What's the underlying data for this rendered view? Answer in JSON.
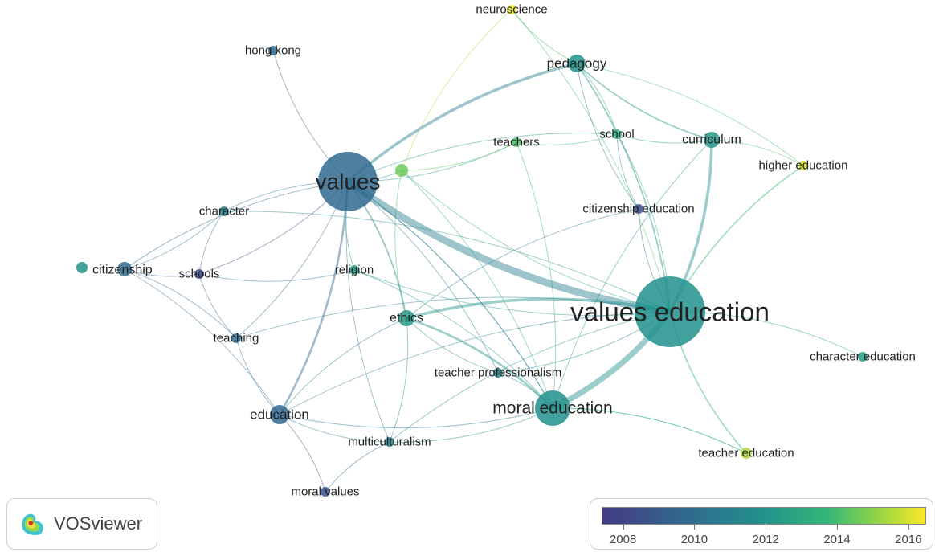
{
  "app": {
    "brand": "VOSviewer"
  },
  "nodes": [
    {
      "id": "values_education",
      "label": "values education",
      "year": 2011.9,
      "weight": 10
    },
    {
      "id": "values",
      "label": "values",
      "year": 2009.8,
      "weight": 7
    },
    {
      "id": "moral_education",
      "label": "moral education",
      "year": 2011.9,
      "weight": 5
    },
    {
      "id": "pedagogy",
      "label": "pedagogy",
      "year": 2012.0,
      "weight": 3
    },
    {
      "id": "curriculum",
      "label": "curriculum",
      "year": 2012.2,
      "weight": 3
    },
    {
      "id": "ethics",
      "label": "ethics",
      "year": 2012.4,
      "weight": 3
    },
    {
      "id": "education",
      "label": "education",
      "year": 2009.6,
      "weight": 3
    },
    {
      "id": "citizenship",
      "label": "citizenship",
      "year": 2009.9,
      "weight": 2
    },
    {
      "id": "neuroscience",
      "label": "neuroscience",
      "year": 2016.2,
      "weight": 1
    },
    {
      "id": "hong_kong",
      "label": "hong kong",
      "year": 2009.7,
      "weight": 1
    },
    {
      "id": "teachers",
      "label": "teachers",
      "year": 2014.2,
      "weight": 1
    },
    {
      "id": "school",
      "label": "school",
      "year": 2013.6,
      "weight": 1
    },
    {
      "id": "higher_education",
      "label": "higher education",
      "year": 2016.0,
      "weight": 1
    },
    {
      "id": "unlabeled",
      "label": "",
      "year": 2014.6,
      "weight": 1.4
    },
    {
      "id": "character",
      "label": "character",
      "year": 2011.0,
      "weight": 1
    },
    {
      "id": "citizenship_education",
      "label": "citizenship education",
      "year": 2008.4,
      "weight": 1
    },
    {
      "id": "schools",
      "label": "schools",
      "year": 2008.2,
      "weight": 1
    },
    {
      "id": "religion",
      "label": "religion",
      "year": 2012.4,
      "weight": 1
    },
    {
      "id": "teaching",
      "label": "teaching",
      "year": 2010.0,
      "weight": 1
    },
    {
      "id": "teacher_professionalism",
      "label": "teacher professionalism",
      "year": 2011.0,
      "weight": 1
    },
    {
      "id": "character_education",
      "label": "character education",
      "year": 2012.6,
      "weight": 1
    },
    {
      "id": "multiculturalism",
      "label": "multiculturalism",
      "year": 2011.2,
      "weight": 1
    },
    {
      "id": "teacher_education",
      "label": "teacher education",
      "year": 2015.6,
      "weight": 1.2
    },
    {
      "id": "moral_values",
      "label": "moral values",
      "year": 2008.6,
      "weight": 1
    },
    {
      "id": "isolated",
      "label": "",
      "year": 2012.0,
      "weight": 1
    }
  ],
  "links": [
    [
      "values",
      "values_education",
      10
    ],
    [
      "values_education",
      "moral_education",
      8
    ],
    [
      "values_education",
      "ethics",
      4
    ],
    [
      "values",
      "pedagogy",
      4
    ],
    [
      "values_education",
      "curriculum",
      4
    ],
    [
      "values",
      "education",
      3
    ],
    [
      "moral_education",
      "ethics",
      3
    ],
    [
      "values",
      "ethics",
      2
    ],
    [
      "pedagogy",
      "curriculum",
      2
    ],
    [
      "pedagogy",
      "values_education",
      2
    ],
    [
      "values_education",
      "teacher_education",
      2
    ],
    [
      "values_education",
      "higher_education",
      2
    ],
    [
      "values",
      "character",
      1.2
    ],
    [
      "values",
      "schools",
      1.2
    ],
    [
      "values",
      "citizenship",
      1.2
    ],
    [
      "values",
      "hong_kong",
      1
    ],
    [
      "values",
      "religion",
      1
    ],
    [
      "values",
      "teaching",
      1
    ],
    [
      "values",
      "teachers",
      1
    ],
    [
      "values",
      "moral_education",
      1.2
    ],
    [
      "values",
      "multiculturalism",
      1
    ],
    [
      "values",
      "teacher_professionalism",
      1
    ],
    [
      "values",
      "unlabeled",
      1
    ],
    [
      "values",
      "school",
      1
    ],
    [
      "neuroscience",
      "pedagogy",
      1.2
    ],
    [
      "neuroscience",
      "values_education",
      1
    ],
    [
      "neuroscience",
      "unlabeled",
      1
    ],
    [
      "teachers",
      "unlabeled",
      1.2
    ],
    [
      "teachers",
      "school",
      1
    ],
    [
      "teachers",
      "moral_education",
      1
    ],
    [
      "school",
      "curriculum",
      1
    ],
    [
      "school",
      "values_education",
      1
    ],
    [
      "school",
      "pedagogy",
      1
    ],
    [
      "curriculum",
      "higher_education",
      1
    ],
    [
      "curriculum",
      "moral_education",
      1
    ],
    [
      "pedagogy",
      "higher_education",
      1
    ],
    [
      "citizenship_education",
      "values_education",
      1.2
    ],
    [
      "citizenship_education",
      "pedagogy",
      1
    ],
    [
      "citizenship_education",
      "ethics",
      1
    ],
    [
      "citizenship_education",
      "school",
      1
    ],
    [
      "citizenship",
      "schools",
      1
    ],
    [
      "citizenship",
      "education",
      1
    ],
    [
      "citizenship",
      "character",
      1
    ],
    [
      "citizenship",
      "teaching",
      1
    ],
    [
      "schools",
      "religion",
      1
    ],
    [
      "schools",
      "character",
      1
    ],
    [
      "schools",
      "teaching",
      1
    ],
    [
      "character",
      "values_education",
      1
    ],
    [
      "religion",
      "values_education",
      1
    ],
    [
      "religion",
      "moral_education",
      1
    ],
    [
      "teaching",
      "education",
      1
    ],
    [
      "teaching",
      "values_education",
      1
    ],
    [
      "education",
      "moral_education",
      1.2
    ],
    [
      "education",
      "moral_values",
      1
    ],
    [
      "education",
      "multiculturalism",
      1
    ],
    [
      "education",
      "values_education",
      1
    ],
    [
      "ethics",
      "teacher_professionalism",
      1
    ],
    [
      "ethics",
      "multiculturalism",
      1
    ],
    [
      "ethics",
      "education",
      1
    ],
    [
      "ethics",
      "unlabeled",
      1
    ],
    [
      "teacher_professionalism",
      "values_education",
      1.2
    ],
    [
      "teacher_professionalism",
      "moral_education",
      1
    ],
    [
      "multiculturalism",
      "moral_education",
      1
    ],
    [
      "multiculturalism",
      "values_education",
      1
    ],
    [
      "multiculturalism",
      "moral_values",
      1
    ],
    [
      "moral_education",
      "teacher_education",
      1
    ],
    [
      "moral_education",
      "values",
      1
    ],
    [
      "values_education",
      "character_education",
      1
    ],
    [
      "teacher_education",
      "moral_education",
      1
    ],
    [
      "unlabeled",
      "moral_education",
      1
    ],
    [
      "unlabeled",
      "values_education",
      1
    ]
  ],
  "legend": {
    "ticks": [
      "2008",
      "2010",
      "2012",
      "2014",
      "2016"
    ],
    "min_year": 2007.4,
    "max_year": 2016.5
  }
}
